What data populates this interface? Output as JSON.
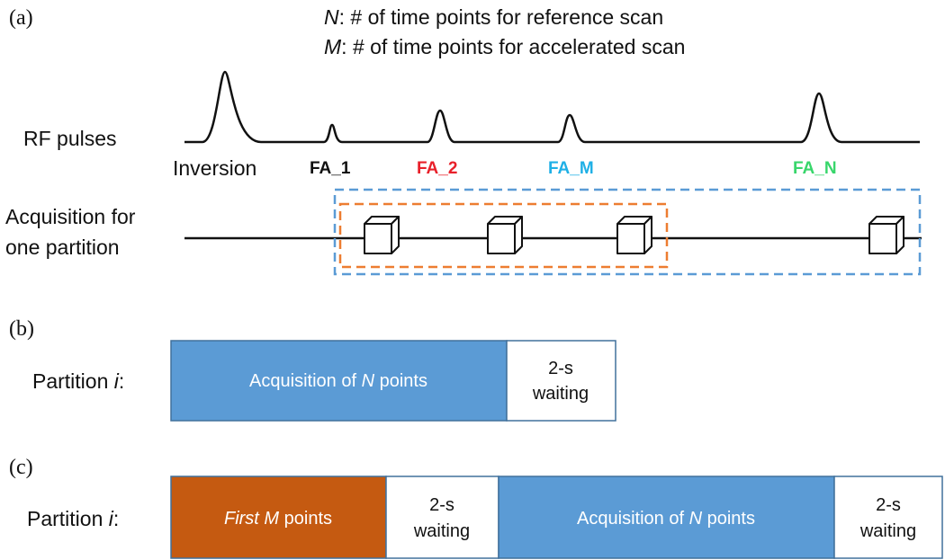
{
  "panels": {
    "a": "(a)",
    "b": "(b)",
    "c": "(c)"
  },
  "notes": {
    "n_var": "N",
    "n_text": ": # of time points for reference scan",
    "m_var": "M",
    "m_text": ": # of time points for accelerated scan"
  },
  "rf": {
    "label": "RF pulses",
    "inversion": "Inversion",
    "fa_1": "FA_1",
    "fa_2": "FA_2",
    "fa_m": "FA_M",
    "fa_n": "FA_N"
  },
  "acquisition": {
    "label_line1": "Acquisition for",
    "label_line2": "one partition"
  },
  "panel_b": {
    "partition_label": "Partition ",
    "partition_var": "i",
    "colon": ":",
    "acq_pre": "Acquisition of ",
    "acq_var": "N",
    "acq_post": " points",
    "wait_line1": "2-s",
    "wait_line2": "waiting"
  },
  "panel_c": {
    "partition_label": "Partition ",
    "partition_var": "i",
    "colon": ":",
    "first_italic": "First M",
    "first_post": " points",
    "wait1_line1": "2-s",
    "wait1_line2": "waiting",
    "acq_pre": "Acquisition of ",
    "acq_var": "N",
    "acq_post": " points",
    "wait2_line1": "2-s",
    "wait2_line2": "waiting"
  },
  "colors": {
    "fa_1": "#111111",
    "fa_2": "#e8202a",
    "fa_m": "#1fb0e6",
    "fa_n": "#38d66b",
    "blue_fill": "#5b9bd5",
    "orange_fill": "#c55a11",
    "blue_dash": "#5b9bd5",
    "orange_dash": "#ed7d31"
  }
}
